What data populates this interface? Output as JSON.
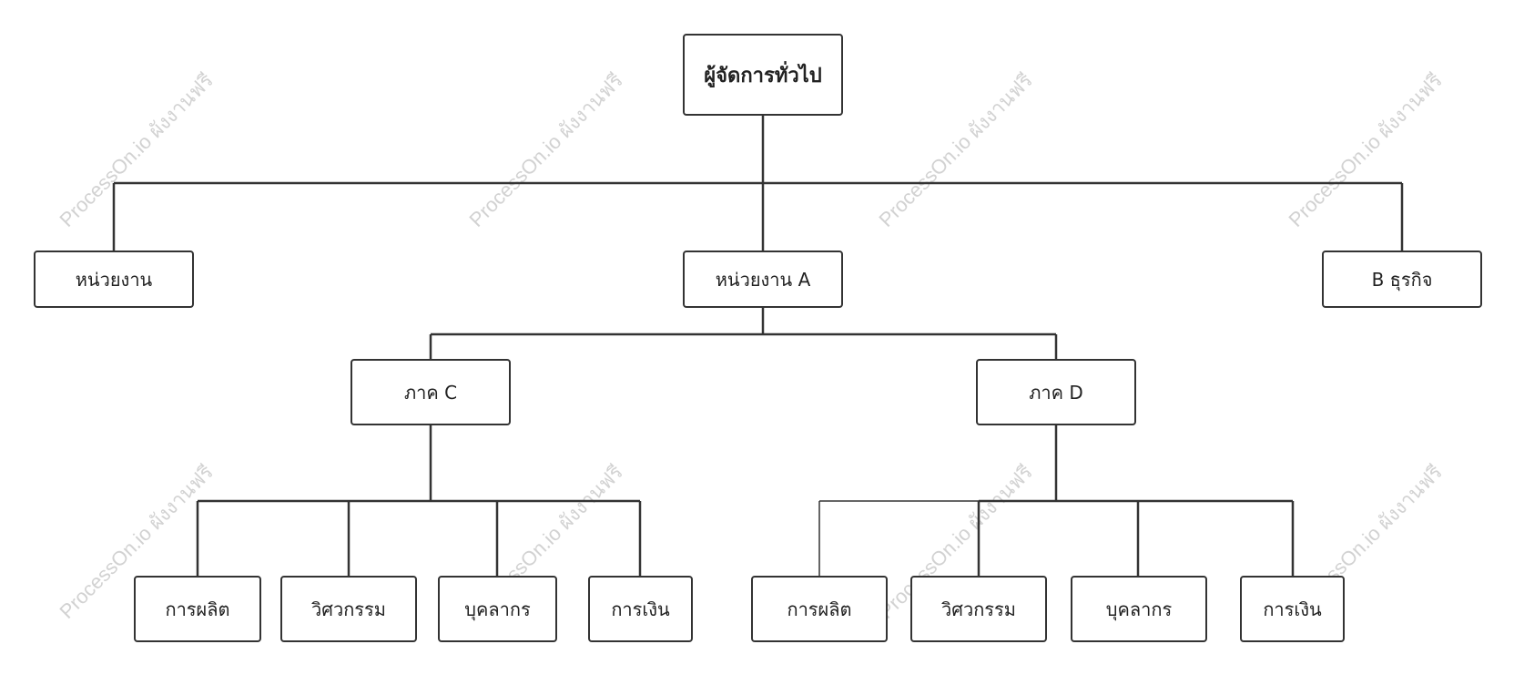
{
  "watermark": {
    "text": "ProcessOn.io ผังงานฟรี"
  },
  "nodes": {
    "general_manager": "ผู้จัดการทั่วไป",
    "department": "หน่วยงาน",
    "department_a": "หน่วยงาน A",
    "business_b": "B ธุรกิจ",
    "region_c": "ภาค C",
    "region_d": "ภาค D",
    "c_production": "การผลิต",
    "c_engineering": "วิศวกรรม",
    "c_personnel": "บุคลากร",
    "c_finance": "การเงิน",
    "d_production": "การผลิต",
    "d_engineering": "วิศวกรรม",
    "d_personnel": "บุคลากร",
    "d_finance": "การเงิน"
  },
  "colors": {
    "line": "#333333",
    "node_border": "#333333",
    "text": "#222222",
    "watermark": "#d2d2d2"
  }
}
